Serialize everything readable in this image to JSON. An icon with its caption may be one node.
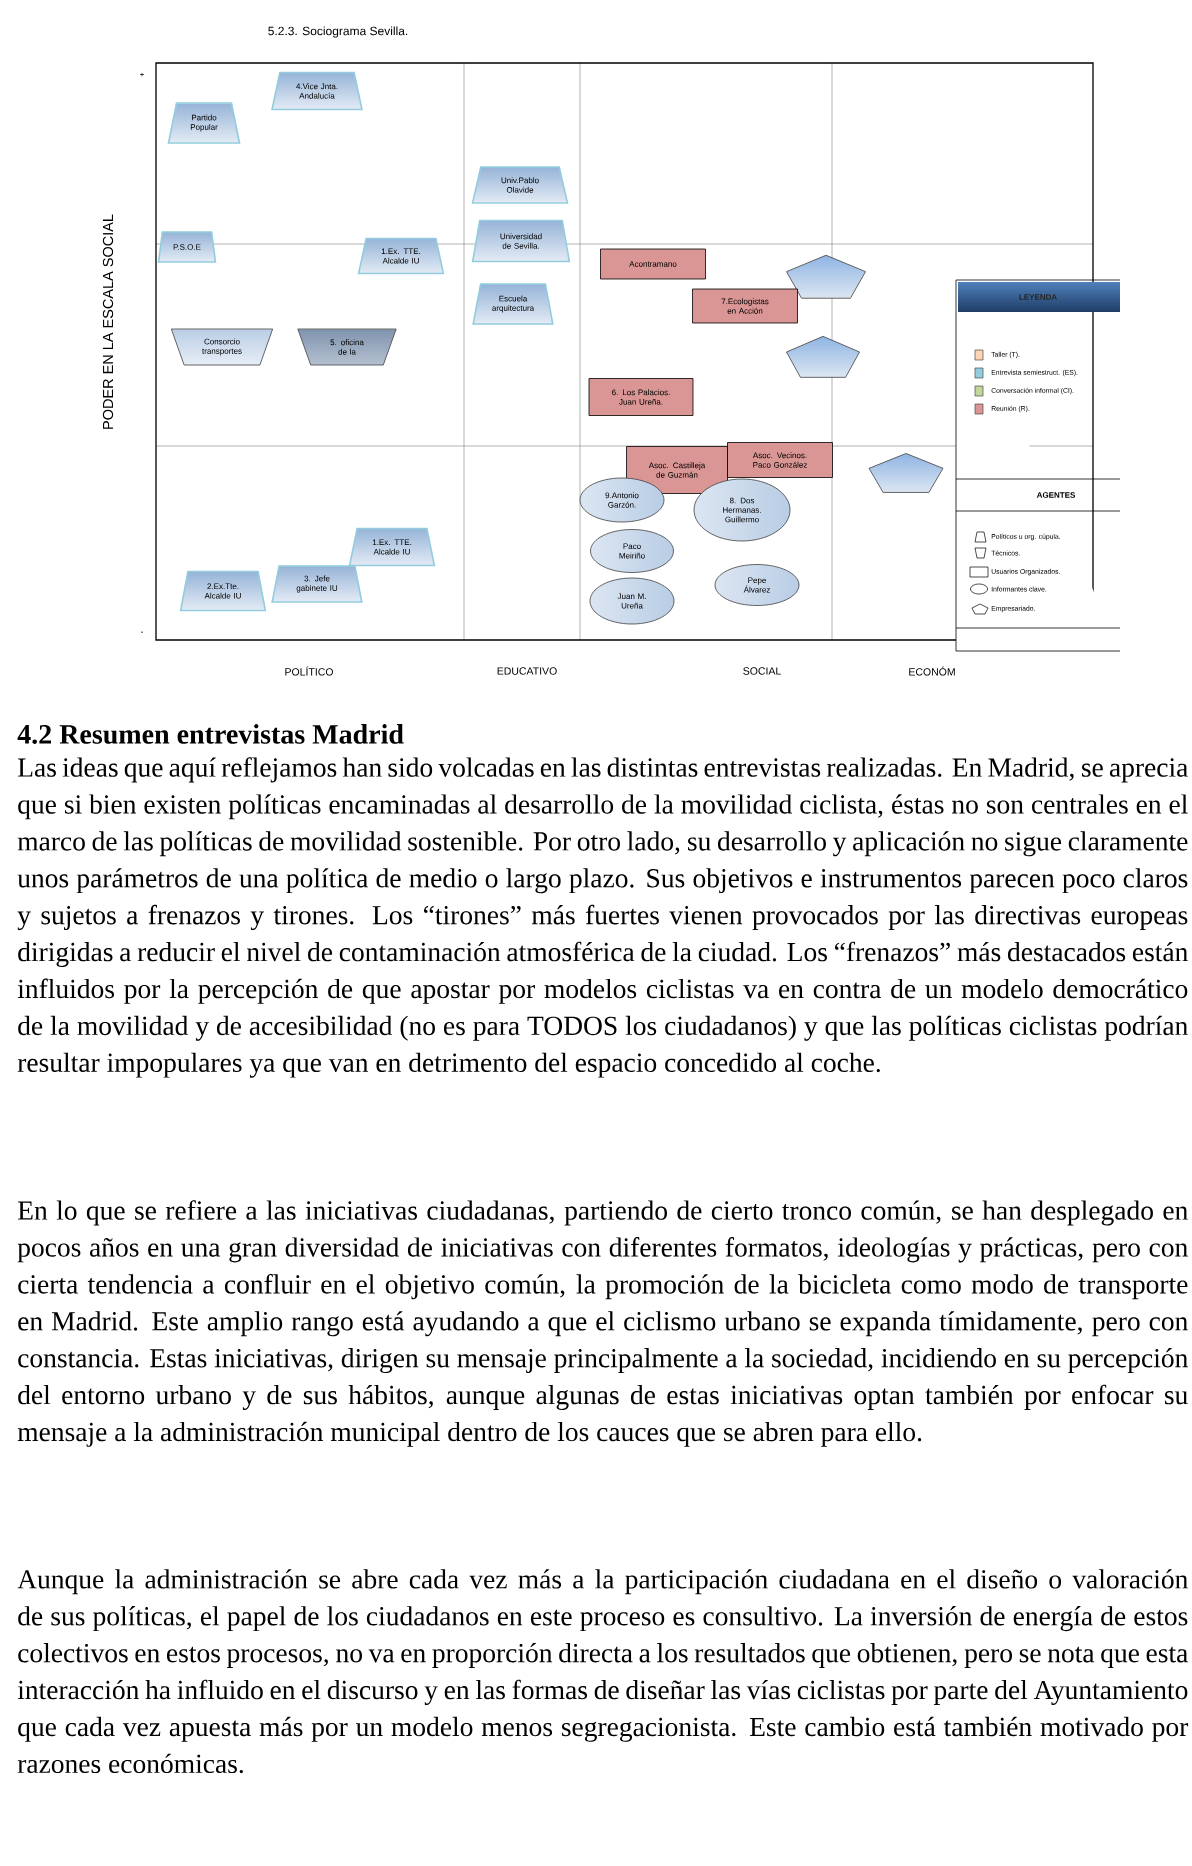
{
  "diagram": {
    "title": "5.2.3. Sociograma Sevilla.",
    "nodes": [
      {
        "text": [
          "4.Vice Jnta. Andalucía"
        ]
      },
      {
        "text": [
          "Partido Popular"
        ]
      },
      {
        "text": [
          "Univ.Pablo Olavide"
        ]
      },
      {
        "text": [
          "P.S.O.E"
        ]
      },
      {
        "text": [
          "1.Ex. TTE. Alcalde IU"
        ]
      },
      {
        "text": [
          "Universidad de Sevilla."
        ]
      },
      {
        "text": [
          "Acontramano"
        ]
      },
      {
        "text": [],
        "shape": "pentagon"
      },
      {
        "text": [
          "Escuela arquitectura"
        ]
      },
      {
        "text": [
          "7.Ecologistas en Acción"
        ]
      },
      {
        "text": [
          "Consorcio transportes"
        ]
      },
      {
        "text": [
          "5. oficina de la"
        ]
      },
      {
        "text": [],
        "shape": "pentagon"
      },
      {
        "text": [
          "6. Los Palacios. Juan Ureña."
        ]
      },
      {
        "text": [
          "Asoc. Vecinos. Paco González"
        ]
      },
      {
        "text": [
          "Asoc. Castilleja de Guzmán"
        ]
      },
      {
        "text": [],
        "shape": "pentagon"
      },
      {
        "text": [
          "9.Antonio Garzón."
        ]
      },
      {
        "text": [
          "8. Dos Hermanas. Guillermo"
        ]
      },
      {
        "text": [
          "1.Ex. TTE. Alcalde IU"
        ]
      },
      {
        "text": [
          "Paco Meiriño"
        ]
      },
      {
        "text": [
          "3. Jefe gabinete IU"
        ]
      },
      {
        "text": [
          "Pepe Álvarez"
        ]
      },
      {
        "text": [
          "2.Ex.Tte. Alcalde IU"
        ]
      },
      {
        "text": [
          "Juan M. Ureña"
        ]
      }
    ],
    "labels": [
      "+",
      "PODER EN LA ESCALA SOCIAL",
      "LEYENDA",
      "AGENTES",
      "-",
      "POLÍTICO",
      "EDUCATIVO",
      "SOCIAL",
      "ECONÓM",
      "4.2 Resumen entrevistas Madrid",
      "Las ideas que aquí reflejamos han sido volcadas en las distintas entrevistas realizadas. En Madrid, se aprecia que si bien existen políticas encaminadas al desarrollo de la movilidad ciclista, éstas no son centrales en el marco de las políticas de movilidad sostenible. Por otro lado, su desarrollo y aplicación no sigue claramente unos parámetros de una política de medio o largo plazo. Sus objetivos e instrumentos parecen poco claros y sujetos a frenazos y tirones. Los “tirones” más fuertes vienen provocados por las directivas europeas dirigidas a reducir el nivel de contaminación atmosférica de la ciudad. Los “frenazos” más destacados están influidos por la percepción de que apostar por modelos ciclistas va en contra de un modelo democrático de la movilidad y de accesibilidad (no es para TODOS los ciudadanos) y que las políticas ciclistas podrían resultar impopulares ya que van en detrimento del espacio concedido al coche.",
      "En lo que se refiere a las iniciativas ciudadanas, partiendo de cierto tronco común, se han desplegado en pocos años en una gran diversidad de iniciativas con diferentes formatos, ideologías y prácticas, pero con cierta tendencia a confluir en el objetivo común, la promoción de la bicicleta como modo de transporte en Madrid. Este amplio rango está ayudando a que el ciclismo urbano se expanda tímidamente, pero con constancia. Estas iniciativas, dirigen su mensaje principalmente a la sociedad, incidiendo en su percepción del entorno urbano y de sus hábitos, aunque algunas de estas iniciativas optan también por enfocar su mensaje a la administración municipal dentro de los cauces que se abren para ello.",
      "Aunque la administración se abre cada vez más a la participación ciudadana en el diseño o valoración de sus políticas, el papel de los ciudadanos en este proceso es consultivo. La inversión de energía de estos colectivos en estos procesos, no va en proporción directa a los resultados que obtienen, pero se nota que esta interacción ha influido en el discurso y en las formas de diseñar las vías ciclistas por parte del Ayuntamiento que cada vez apuesta más por un modelo menos segregacionista. Este cambio está también motivado por razones económicas."
    ],
    "legend": [
      {
        "text": "Taller (T).",
        "color": "#fcd5b4"
      },
      {
        "text": "Entrevista semiestruct. (ES).",
        "color": "#93cddd"
      },
      {
        "text": "Conversación informal (CI).",
        "color": "#c3d69b"
      },
      {
        "text": "Reunión (R).",
        "color": "#d99694"
      },
      {
        "text": "Políticos u org. cúpula."
      },
      {
        "text": "Técnicos."
      },
      {
        "text": "Usuarios Organizados."
      },
      {
        "text": "Informantes clave."
      },
      {
        "text": "Empresariado."
      }
    ]
  }
}
